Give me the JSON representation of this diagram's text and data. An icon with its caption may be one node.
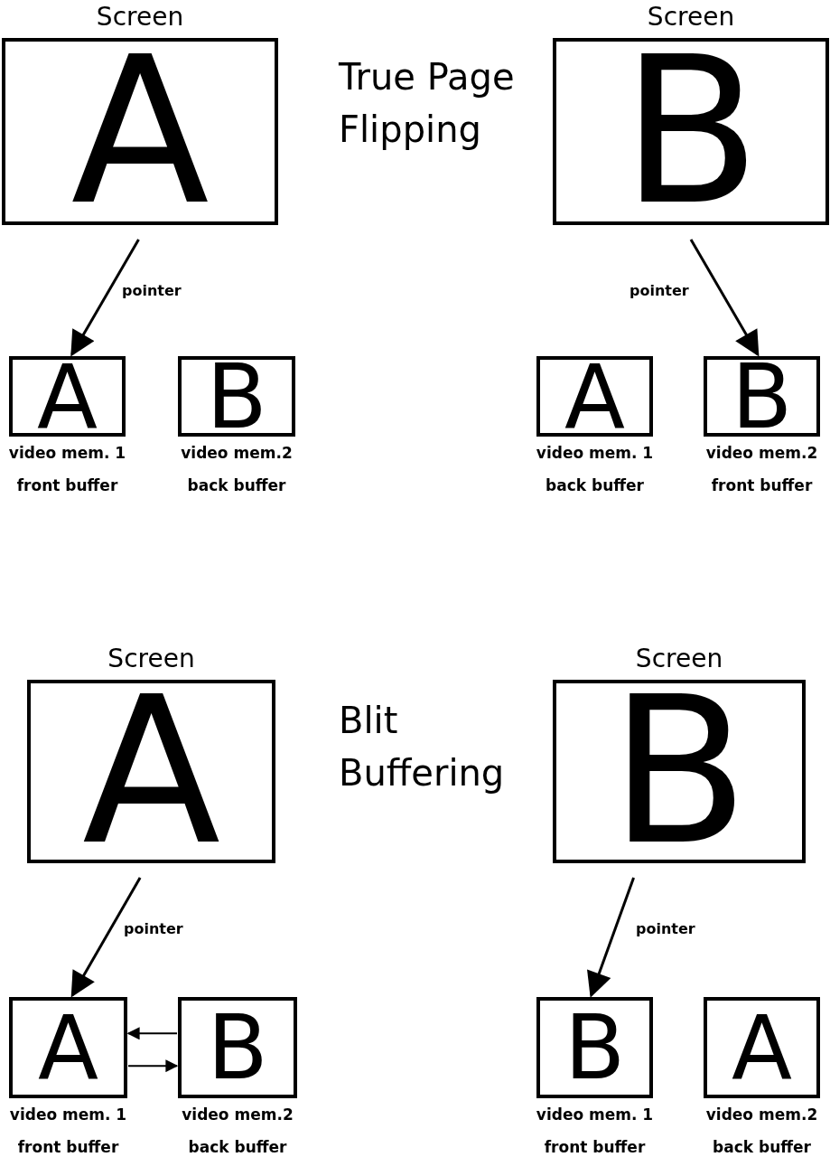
{
  "diagram": {
    "nodes": [
      {
        "text": [
          "Screen",
          "A"
        ]
      },
      {
        "text": [
          "A"
        ],
        "beside": [
          "video mem. 1",
          "front buffer"
        ]
      },
      {
        "text": [
          "B"
        ],
        "beside": [
          "video mem.2",
          "back buffer"
        ]
      },
      {
        "text": [
          "Screen",
          "B"
        ]
      },
      {
        "text": [
          "A"
        ],
        "beside": [
          "video mem. 1",
          "back buffer"
        ]
      },
      {
        "text": [
          "B"
        ],
        "beside": [
          "video mem.2",
          "front buffer"
        ]
      },
      {
        "text": [
          "Screen",
          "A"
        ]
      },
      {
        "text": [
          "A"
        ],
        "beside": [
          "video mem. 1",
          "front buffer"
        ]
      },
      {
        "text": [
          "B"
        ],
        "beside": [
          "video mem.2",
          "back buffer"
        ]
      },
      {
        "text": [
          "Screen",
          "B"
        ]
      },
      {
        "text": [
          "B"
        ],
        "beside": [
          "video mem. 1",
          "front buffer"
        ]
      },
      {
        "text": [
          "A"
        ],
        "beside": [
          "video mem.2",
          "back buffer"
        ]
      }
    ],
    "edges": [
      {
        "from": 0,
        "to": 1,
        "arrow": "to",
        "label": "pointer"
      },
      {
        "from": 3,
        "to": 5,
        "arrow": "to",
        "label": "pointer"
      },
      {
        "from": 6,
        "to": 7,
        "arrow": "to",
        "label": "pointer"
      },
      {
        "from": 8,
        "to": 7,
        "arrow": "to"
      },
      {
        "from": 7,
        "to": 8,
        "arrow": "to"
      },
      {
        "from": 9,
        "to": 10,
        "arrow": "to",
        "label": "pointer"
      }
    ],
    "labels": [
      "True Page Flipping",
      "Blit Buffering"
    ]
  }
}
